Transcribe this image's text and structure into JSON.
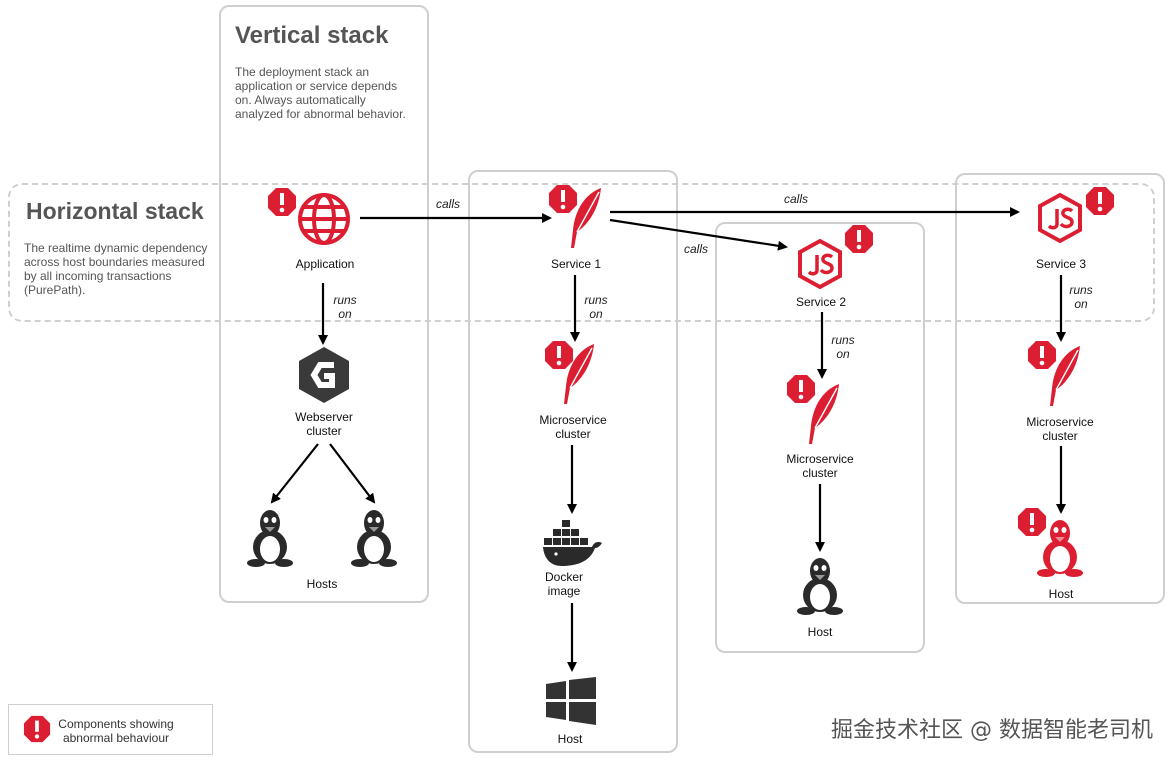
{
  "vertical_stack": {
    "title": "Vertical stack",
    "description": "The deployment stack an application or service depends on. Always automatically analyzed for abnormal behavior."
  },
  "horizontal_stack": {
    "title": "Horizontal stack",
    "description": "The realtime dynamic dependency across host boundaries measured by all incoming transactions (PurePath)."
  },
  "nodes": {
    "application": "Application",
    "webserver": "Webserver\ncluster",
    "hosts": "Hosts",
    "service1": "Service 1",
    "microservice1": "Microservice\ncluster",
    "docker": "Docker\nimage",
    "host1": "Host",
    "service2": "Service 2",
    "microservice2": "Microservice\ncluster",
    "host2": "Host",
    "service3": "Service 3",
    "microservice3": "Microservice\ncluster",
    "host3": "Host"
  },
  "edges": {
    "calls": "calls",
    "runs_on": "runs\non"
  },
  "legend": {
    "label": "Components showing\nabnormal behaviour"
  },
  "watermark": "掘金技术社区 @ 数据智能老司机",
  "colors": {
    "alert_red": "#dc1e32",
    "icon_dark": "#2a2a2a",
    "border_gray": "#cfcfcf"
  },
  "icons": [
    "alert-icon",
    "globe-icon",
    "nginx-icon",
    "linux-icon",
    "feather-icon",
    "docker-icon",
    "windows-icon",
    "nodejs-icon"
  ]
}
